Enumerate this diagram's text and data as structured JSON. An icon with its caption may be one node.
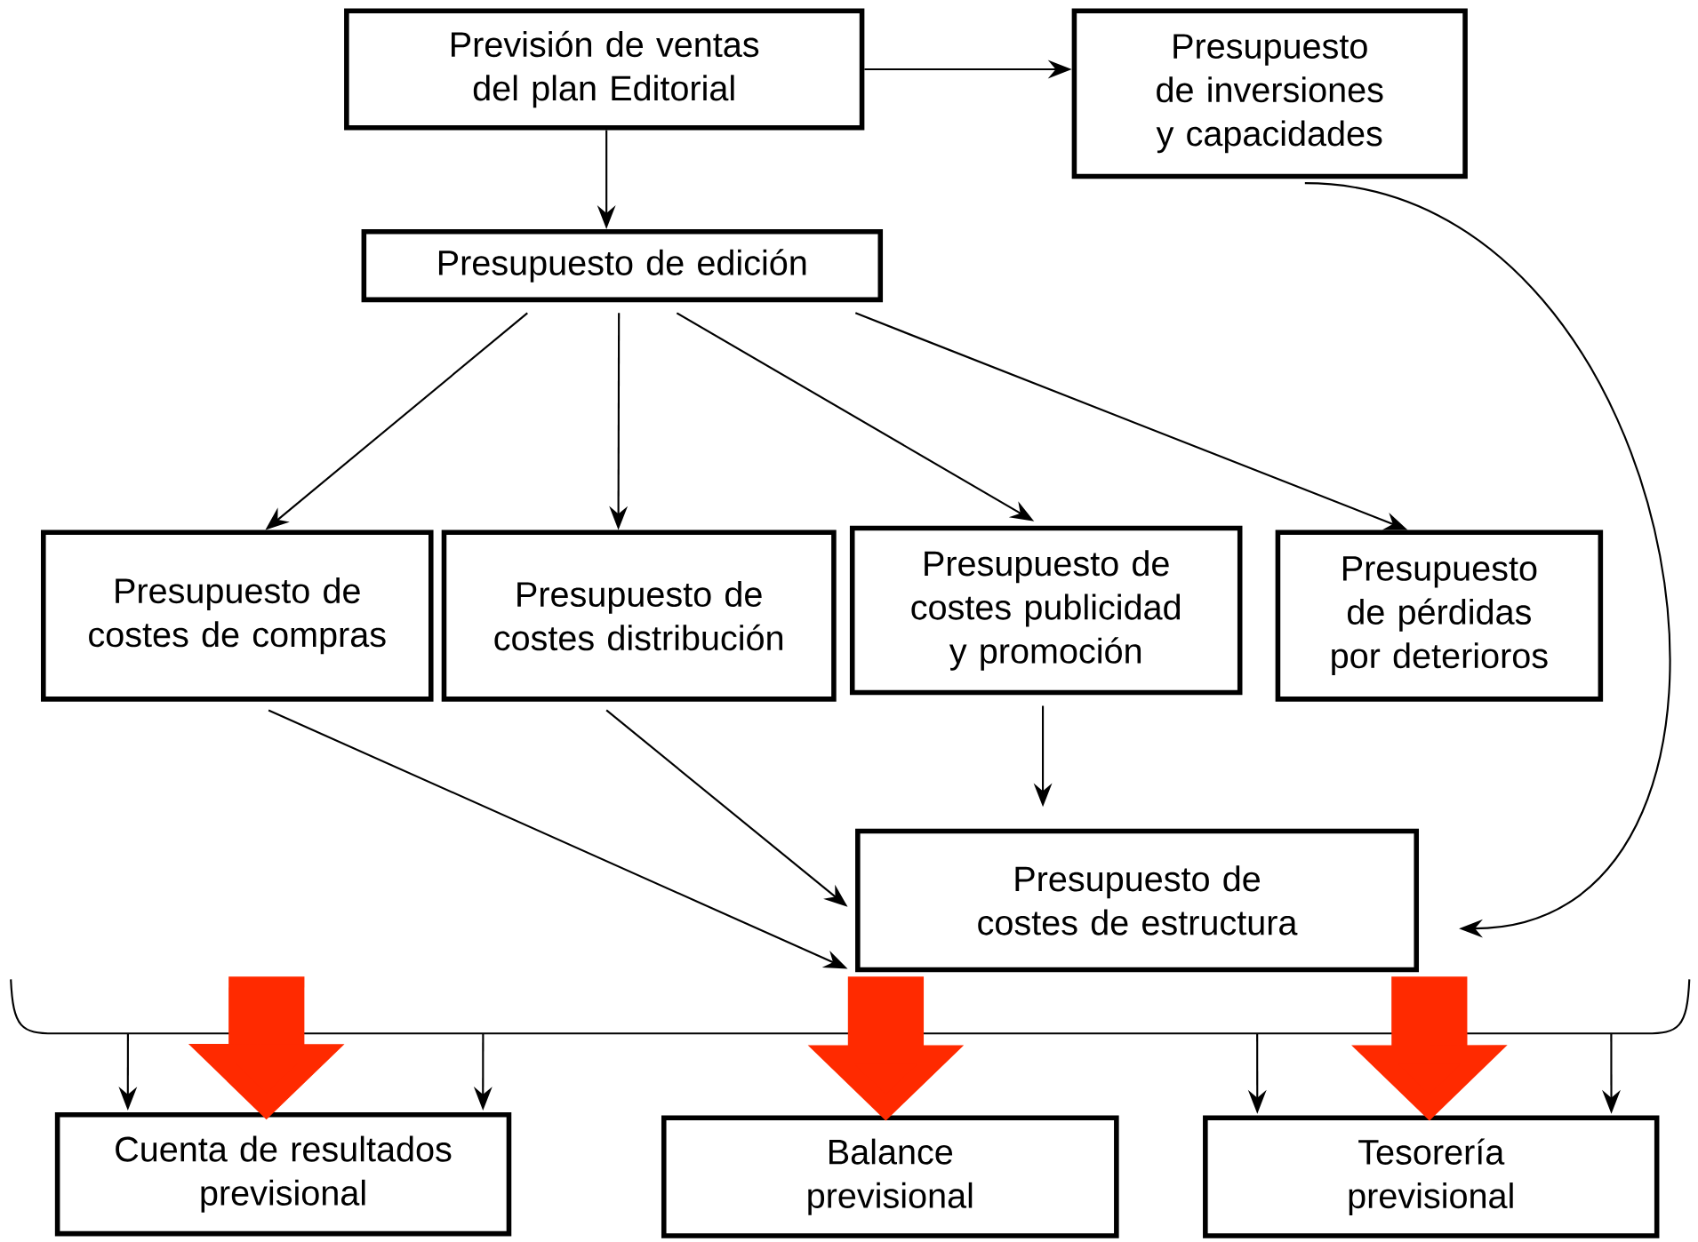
{
  "diagram": {
    "nodes": [
      {
        "text": [
          "Previsión de ventas del plan Editorial"
        ]
      },
      {
        "text": [
          "Presupuesto de inversiones y capacidades"
        ]
      },
      {
        "text": [
          "Presupuesto de edición"
        ]
      },
      {
        "text": [
          "Presupuesto de costes de compras"
        ]
      },
      {
        "text": [
          "Presupuesto de costes distribución"
        ]
      },
      {
        "text": [
          "Presupuesto de costes publicidad y promoción"
        ]
      },
      {
        "text": [
          "Presupuesto de pérdidas por deterioros"
        ]
      },
      {
        "text": [
          "Presupuesto de costes de estructura"
        ]
      },
      {
        "text": [
          "Cuenta de resultados previsional"
        ]
      },
      {
        "text": [
          "Balance previsional"
        ]
      },
      {
        "text": [
          "Tesorería previsional"
        ]
      },
      {
        "text": [],
        "shape": "brace"
      }
    ],
    "edges": [
      {
        "from": 0,
        "to": 1,
        "arrow": "to"
      },
      {
        "from": 0,
        "to": 2,
        "arrow": "to"
      },
      {
        "from": 2,
        "to": 3,
        "arrow": "to"
      },
      {
        "from": 2,
        "to": 4,
        "arrow": "to"
      },
      {
        "from": 2,
        "to": 5,
        "arrow": "to"
      },
      {
        "from": 2,
        "to": 6,
        "arrow": "to"
      },
      {
        "from": 3,
        "to": 7,
        "arrow": "to"
      },
      {
        "from": 4,
        "to": 7,
        "arrow": "to"
      },
      {
        "from": 5,
        "to": 7,
        "arrow": "to"
      },
      {
        "from": 1,
        "to": 7,
        "arrow": "to"
      },
      {
        "from": 11,
        "to": 8,
        "arrow": "to",
        "style": "thick",
        "color": "#ff2a00"
      },
      {
        "from": 11,
        "to": 9,
        "arrow": "to",
        "style": "thick",
        "color": "#ff2a00"
      },
      {
        "from": 11,
        "to": 10,
        "arrow": "to",
        "style": "thick",
        "color": "#ff2a00"
      },
      {
        "from": 11,
        "to": 8,
        "arrow": "to"
      },
      {
        "from": 11,
        "to": 8,
        "arrow": "to"
      },
      {
        "from": 11,
        "to": 10,
        "arrow": "to"
      },
      {
        "from": 11,
        "to": 10,
        "arrow": "to"
      }
    ]
  }
}
